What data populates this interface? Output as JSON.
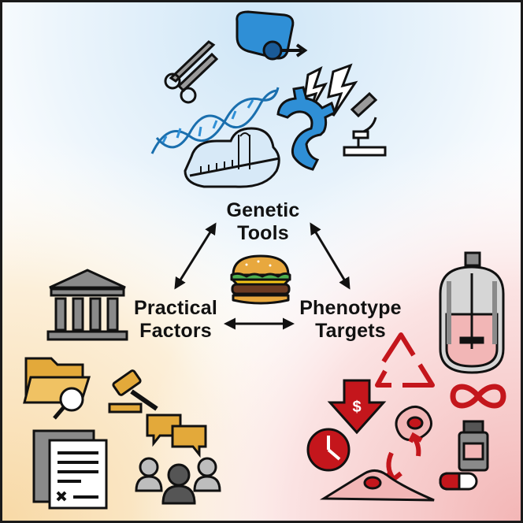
{
  "nodes": {
    "genetic": {
      "line1": "Genetic",
      "line2": "Tools"
    },
    "practical": {
      "line1": "Practical",
      "line2": "Factors"
    },
    "phenotype": {
      "line1": "Phenotype",
      "line2": "Targets"
    }
  },
  "colors": {
    "genetic_blue": "#2f8fd6",
    "genetic_dark": "#1a6fae",
    "practical_gold": "#e3a93a",
    "practical_gray": "#8a8a8a",
    "phenotype_red": "#c4161c",
    "phenotype_pink": "#f2b6b6"
  },
  "icons": {
    "genetic": [
      "scissors-icon",
      "protein-promoter-icon",
      "dna-helix-icon",
      "lightning-icon",
      "ribosome-rna-icon",
      "gear-icon",
      "microscope-icon"
    ],
    "practical": [
      "institution-icon",
      "folder-search-icon",
      "gavel-icon",
      "documents-icon",
      "discussion-icon"
    ],
    "phenotype": [
      "bioreactor-icon",
      "recycle-icon",
      "cost-down-icon",
      "infinity-icon",
      "clock-icon",
      "cell-icon",
      "cycle-arrows-icon",
      "medicine-bottle-icon",
      "pill-icon",
      "spreading-cell-icon"
    ],
    "center": "burger-icon"
  }
}
